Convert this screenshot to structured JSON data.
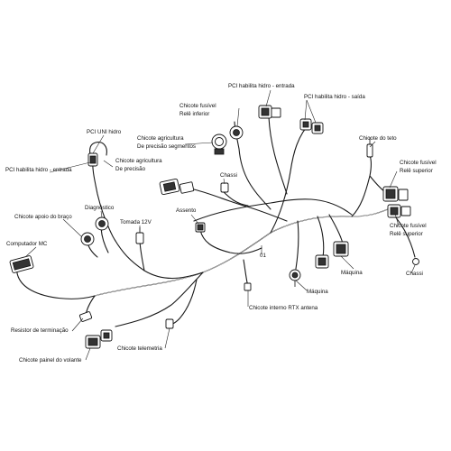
{
  "labels": {
    "pci_habilita_hidro_entrada_top": "PCI habilita hidro - entrada",
    "pci_habilita_hidro_saida": "PCI habilita hidro - saída",
    "chicote_fusivel_rele_inferior_1": "Chicote fusível",
    "chicote_fusivel_rele_inferior_2": "Relê inferior",
    "chicote_agricultura_segmentos_1": "Chicote agricultura",
    "chicote_agricultura_segmentos_2": "De precisão segmentos",
    "pci_uni_hidro": "PCI UNI hidro",
    "chicote_do_teto": "Chicote do teto",
    "chicote_agricultura_precisao_1": "Chicote agricultura",
    "chicote_agricultura_precisao_2": "De precisão",
    "pci_habilita_hidro_entrada_left": "PCI habilita hidro - entrada",
    "chassi_top": "Chassi",
    "chicote_fusivel_rele_superior_1": "Chicote fusível",
    "chicote_fusivel_rele_superior_2": "Relê superior",
    "assento": "Assento",
    "chicote_apoio_braco": "Chicote apoio do braço",
    "diagnostico": "Diagnóstico",
    "tomada_12v": "Tomada 12V",
    "chicote_fusivel_rele_superior_b_1": "Chicote fusível",
    "chicote_fusivel_rele_superior_b_2": "Relê superior",
    "computador_mc": "Computador MC",
    "ref_01": "01",
    "maquina_1": "Máquina",
    "chassi_right": "Chassi",
    "maquina_2": "Máquina",
    "chicote_interno_rtx": "Chicote interno RTX antena",
    "resistor_terminacao": "Resistor de terminação",
    "chicote_telemetria": "Chicote telemetria",
    "chicote_painel_volante": "Chicote painel do volante"
  },
  "colors": {
    "line": "#1a1a1a",
    "background": "#ffffff"
  }
}
